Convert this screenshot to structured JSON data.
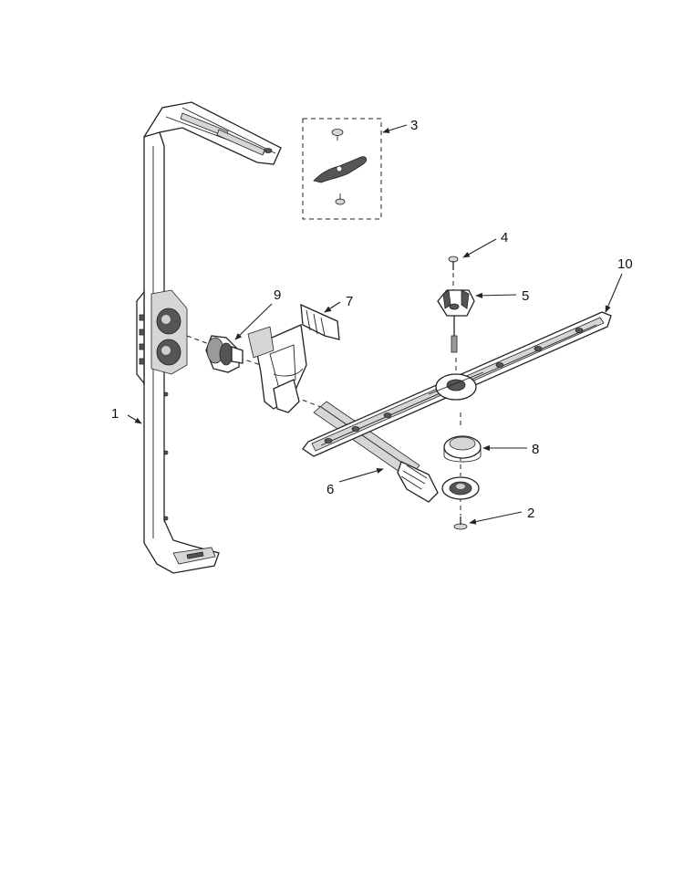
{
  "labels": {
    "p1": "1",
    "p2": "2",
    "p3": "3",
    "p4": "4",
    "p5": "5",
    "p6": "6",
    "p7": "7",
    "p8": "8",
    "p9": "9",
    "p10": "10"
  },
  "colors": {
    "line": "#222222",
    "shade": "#555555",
    "background": "#ffffff"
  }
}
